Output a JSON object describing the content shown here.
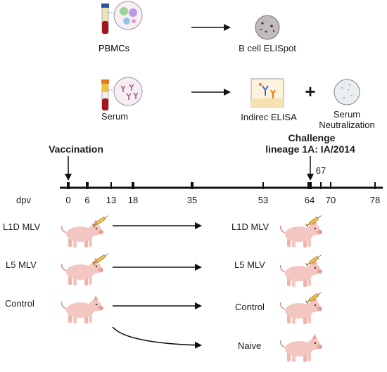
{
  "top_section": {
    "pbmc_label": "PBMCs",
    "elispot_label": "B cell ELISpot",
    "serum_label": "Serum",
    "elisa_label": "Indirec ELISA",
    "plus_sign": "+",
    "neutralization_line1": "Serum",
    "neutralization_line2": "Neutralization"
  },
  "timeline": {
    "vaccination_label": "Vaccination",
    "challenge_line1": "Challenge",
    "challenge_line2": "lineage 1A: IA/2014",
    "axis_label": "dpv",
    "ticks": [
      "0",
      "6",
      "13",
      "18",
      "35",
      "53",
      "64",
      "70",
      "78"
    ],
    "extra_tick": "67"
  },
  "groups": {
    "left": [
      "L1D MLV",
      "L5 MLV",
      "Control"
    ],
    "right": [
      "L1D MLV",
      "L5 MLV",
      "Control",
      "Naive"
    ]
  },
  "colors": {
    "pig_body": "#f4c6c1",
    "pig_outline": "#d48f8a",
    "blood_red": "#a3141c",
    "serum_orange": "#e07a1e",
    "arrow": "#111111"
  }
}
